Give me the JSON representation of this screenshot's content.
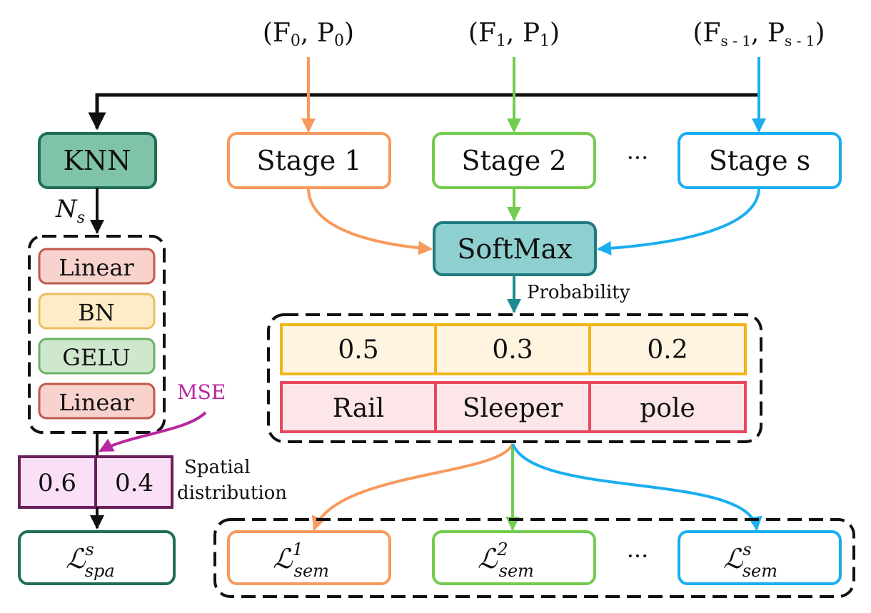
{
  "inputs": [
    {
      "f": "F",
      "f_sub": "0",
      "p": "P",
      "p_sub": "0"
    },
    {
      "f": "F",
      "f_sub": "1",
      "p": "P",
      "p_sub": "1"
    },
    {
      "f": "F",
      "f_sub": "s - 1",
      "p": "P",
      "p_sub": "s - 1"
    }
  ],
  "stages": [
    "Stage 1",
    "Stage 2",
    "Stage s"
  ],
  "ellipsis": "···",
  "knn": {
    "label": "KNN",
    "out_main": "N",
    "out_sub": "s"
  },
  "mlp_layers": [
    "Linear",
    "BN",
    "GELU",
    "Linear"
  ],
  "softmax": {
    "label": "SoftMax",
    "out_label": "Probability"
  },
  "probabilities": [
    "0.5",
    "0.3",
    "0.2"
  ],
  "classes": [
    "Rail",
    "Sleeper",
    "pole"
  ],
  "mse_label": "MSE",
  "spatial": {
    "values": [
      "0.6",
      "0.4"
    ],
    "label_line1": "Spatial",
    "label_line2": "distribution"
  },
  "spa_loss": {
    "main": "ℒ",
    "sub": "spa",
    "sup": "s"
  },
  "sem_losses": [
    {
      "main": "ℒ",
      "sub": "sem",
      "sup": "1"
    },
    {
      "main": "ℒ",
      "sub": "sem",
      "sup": "2"
    },
    {
      "main": "ℒ",
      "sub": "sem",
      "sup": "s"
    }
  ],
  "colors": {
    "orange": "#f79a5c",
    "green": "#73cc4e",
    "blue": "#1aaef0",
    "dark_green": "#1f6e55",
    "knn_fill": "#7fc4a8",
    "softmax_fill": "#8ecfcf",
    "softmax_border": "#1f7a80",
    "linear_fill": "#f8d3cd",
    "linear_border": "#c0584a",
    "bn_fill": "#fdecc6",
    "bn_border": "#e8bf5f",
    "gelu_fill": "#cfe8cd",
    "gelu_border": "#6ab06a",
    "prob_fill": "#fff4e0",
    "prob_border": "#f2b516",
    "class_fill": "#fde6e9",
    "class_border": "#e8485e",
    "spatial_fill": "#fae0f6",
    "spatial_border": "#6b1f5c",
    "mse": "#b7279f"
  }
}
